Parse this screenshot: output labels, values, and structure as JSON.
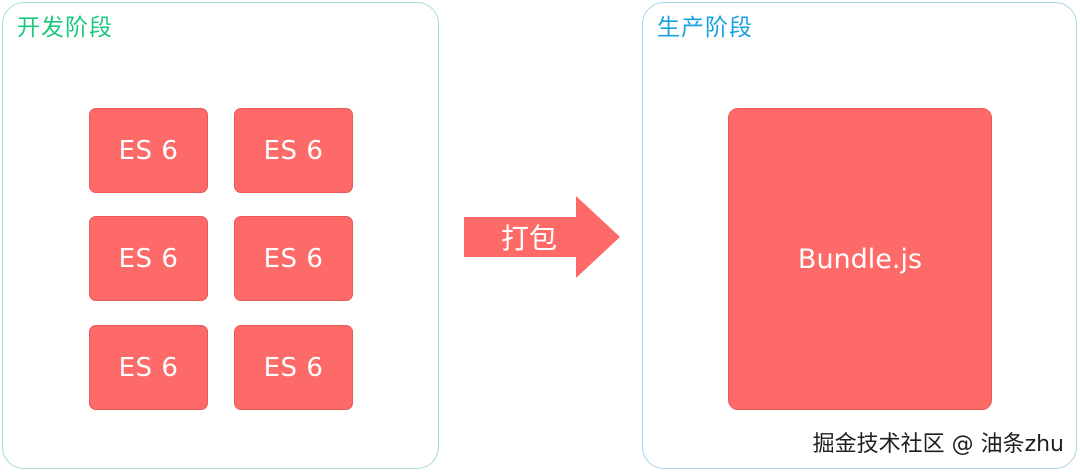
{
  "dev_stage": {
    "title": "开发阶段",
    "modules": [
      {
        "label": "ES 6"
      },
      {
        "label": "ES 6"
      },
      {
        "label": "ES 6"
      },
      {
        "label": "ES 6"
      },
      {
        "label": "ES 6"
      },
      {
        "label": "ES 6"
      }
    ]
  },
  "prod_stage": {
    "title": "生产阶段",
    "bundle_label": "Bundle.js"
  },
  "arrow": {
    "label": "打包"
  },
  "watermark": "掘金技术社区 @ 油条zhu",
  "colors": {
    "dev_accent": "#1ec87d",
    "prod_accent": "#1aa1df",
    "module_fill": "#fe6a68",
    "text_on_fill": "#ffffff"
  }
}
